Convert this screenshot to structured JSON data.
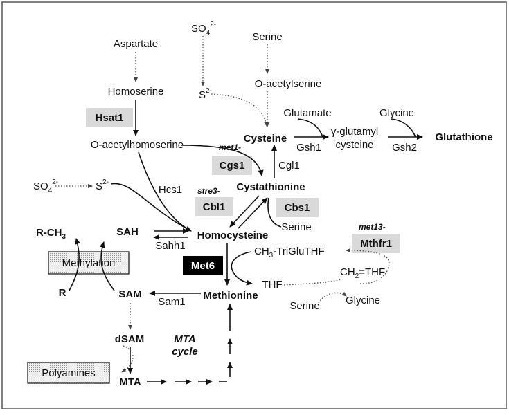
{
  "metabolites": {
    "aspartate": "Aspartate",
    "homoserine": "Homoserine",
    "o_acetylhomoserine": "O-acetylhomoserine",
    "so4_top": "SO",
    "so4_sub": "4",
    "so4_sup": "2-",
    "s2_top": "S",
    "s2_sup": "2-",
    "serine_top": "Serine",
    "o_acetylserine": "O-acetylserine",
    "cysteine": "Cysteine",
    "glutamate": "Glutamate",
    "glycine_top": "Glycine",
    "gamma_glutamyl": "γ-glutamyl",
    "cysteine_small": "cysteine",
    "glutathione": "Glutathione",
    "so4_left": "SO",
    "so4_left_sub": "4",
    "so4_left_sup": "2-",
    "s2_left": "S",
    "s2_left_sup": "2-",
    "cystathionine": "Cystathionine",
    "serine_mid": "Serine",
    "homocysteine": "Homocysteine",
    "sah": "SAH",
    "r_ch3": "R-CH",
    "r_ch3_sub": "3",
    "r": "R",
    "sam": "SAM",
    "methionine": "Methionine",
    "ch3_trigluthf_pre": "CH",
    "ch3_trigluthf_sub": "3",
    "ch3_trigluthf_post": "-TriGluTHF",
    "ch2_thf_pre": "CH",
    "ch2_thf_sub": "2",
    "ch2_thf_post": "=THF",
    "thf": "THF",
    "serine_bottom": "Serine",
    "glycine_bottom": "Glycine",
    "dsam": "dSAM",
    "mta": "MTA",
    "mta_cycle_1": "MTA",
    "mta_cycle_2": "cycle"
  },
  "enzymes": {
    "hsat1": "Hsat1",
    "cgs1": "Cgs1",
    "cbl1": "Cbl1",
    "cbs1": "Cbs1",
    "mthfr1": "Mthfr1",
    "met6": "Met6"
  },
  "enzyme_labels": {
    "gsh1": "Gsh1",
    "gsh2": "Gsh2",
    "cgl1": "Cgl1",
    "hcs1": "Hcs1",
    "sahh1": "Sahh1",
    "sam1": "Sam1"
  },
  "mutants": {
    "met1": "met1-",
    "stre3": "stre3-",
    "met13": "met13-"
  },
  "boxes": {
    "methylation": "Methylation",
    "polyamines": "Polyamines"
  },
  "colors": {
    "enzyme_box": "#d9d9d9",
    "met6_box": "#000000",
    "stipple_box": "#e6e6e6"
  }
}
